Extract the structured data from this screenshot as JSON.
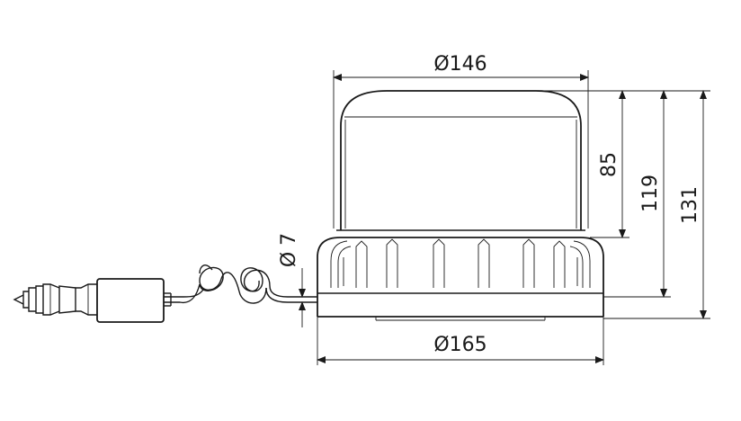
{
  "dimensions": {
    "top_diameter": "Ø146",
    "base_diameter": "Ø165",
    "dome_height": "85",
    "body_height": "119",
    "total_height": "131",
    "cable_diameter": "Ø 7"
  }
}
